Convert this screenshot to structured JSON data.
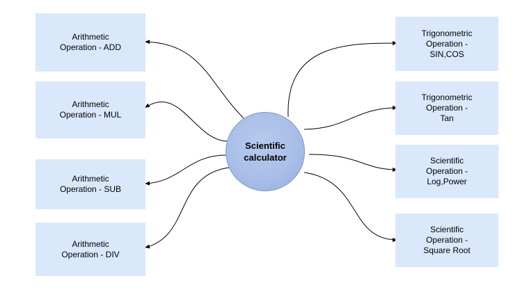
{
  "center": {
    "label": "Scientific\ncalculator"
  },
  "nodes": [
    {
      "id": "add",
      "label": "Arithmetic\nOperation - ADD"
    },
    {
      "id": "mul",
      "label": "Arithmetic\nOperation - MUL"
    },
    {
      "id": "sub",
      "label": "Arithmetic\nOperation - SUB"
    },
    {
      "id": "div",
      "label": "Arithmetic\nOperation - DIV"
    },
    {
      "id": "sincos",
      "label": "Trigonometric\nOperation -\nSIN,COS"
    },
    {
      "id": "tan",
      "label": "Trigonometric\nOperation -\nTan"
    },
    {
      "id": "logpow",
      "label": "Scientific\nOperation -\nLog,Power"
    },
    {
      "id": "sqrt",
      "label": "Scientific\nOperation -\nSquare Root"
    }
  ],
  "colors": {
    "node_fill": "#dae8fc",
    "hub_fill": "#a9bfe8",
    "edge": "#000000"
  }
}
